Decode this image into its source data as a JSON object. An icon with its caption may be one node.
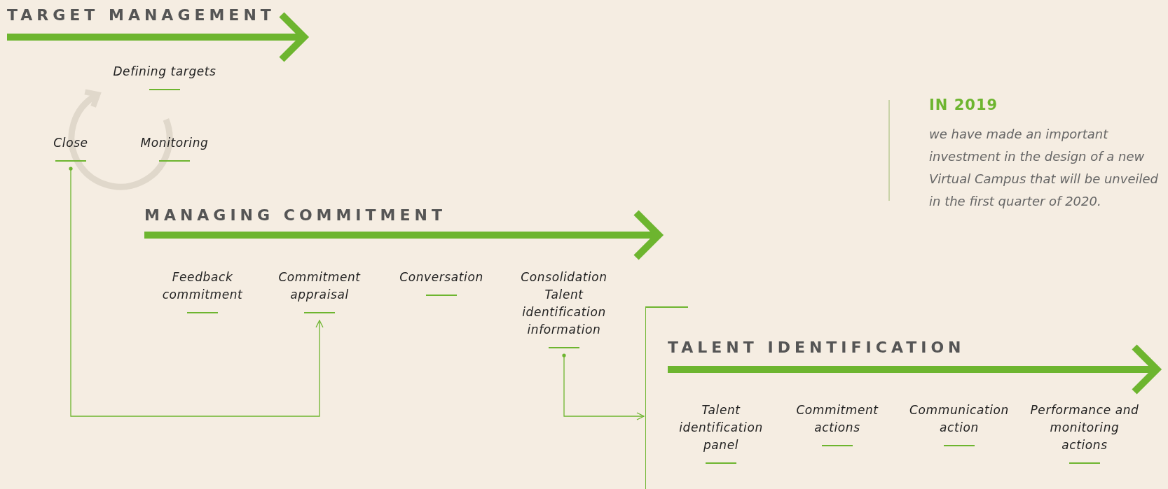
{
  "diagram": {
    "nodes": [
      {
        "text": [
          "TARGET MANAGEMENT"
        ]
      },
      {
        "text": [
          "Defining targets"
        ],
        "in": 0
      },
      {
        "text": [
          "Close"
        ],
        "in": 0
      },
      {
        "text": [
          "Monitoring"
        ],
        "in": 0
      },
      {
        "text": [
          "MANAGING COMMITMENT"
        ]
      },
      {
        "text": [
          "Feedback commitment"
        ],
        "in": 4
      },
      {
        "text": [
          "Commitment appraisal"
        ],
        "in": 4
      },
      {
        "text": [
          "Conversation"
        ],
        "in": 4
      },
      {
        "text": [
          "Consolidation Talent identification information"
        ],
        "in": 4
      },
      {
        "text": [
          "TALENT IDENTIFICATION"
        ]
      },
      {
        "text": [
          "Talent identification panel"
        ],
        "in": 9
      },
      {
        "text": [
          "Commitment actions"
        ],
        "in": 9
      },
      {
        "text": [
          "Communication action"
        ],
        "in": 9
      },
      {
        "text": [
          "Performance and monitoring actions"
        ],
        "in": 9
      }
    ],
    "edges": [
      {
        "from": 2,
        "to": 6,
        "arrow": "to"
      },
      {
        "from": 8,
        "to": 9,
        "arrow": "to"
      }
    ],
    "labels": [
      "IN 2019",
      "we have made an important investment in the design of a new Virtual Campus that will be unveiled in the first quarter of 2020."
    ]
  }
}
